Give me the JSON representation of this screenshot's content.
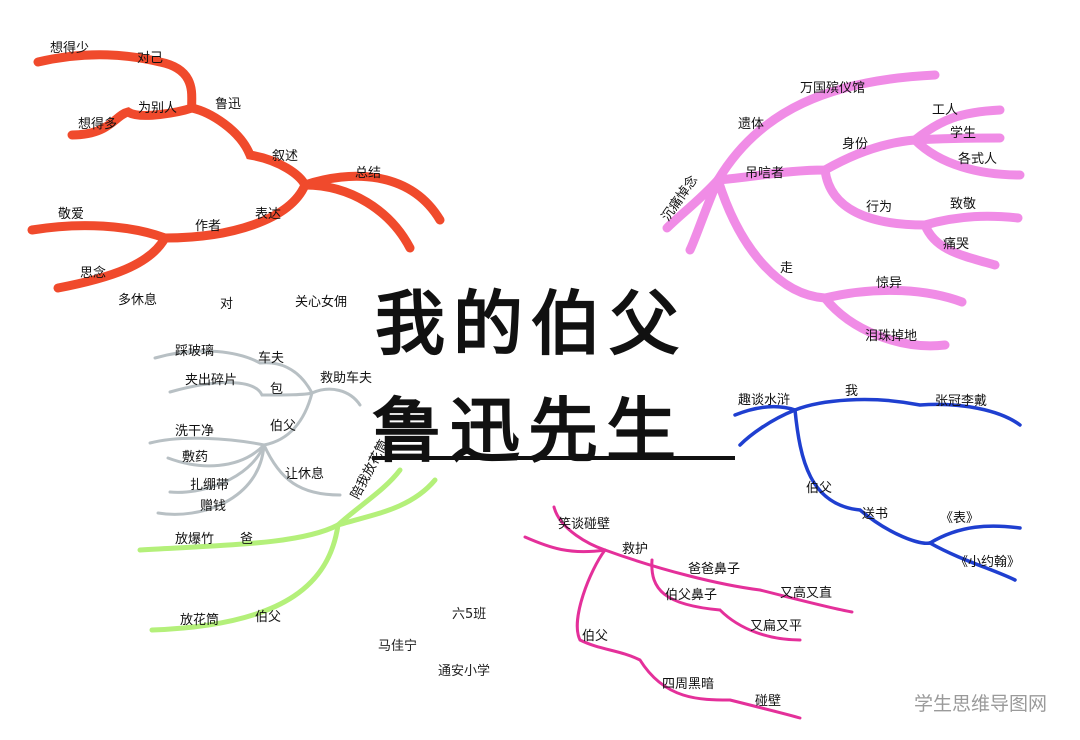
{
  "title": {
    "line1": "我的伯父",
    "line2": "鲁迅先生"
  },
  "colors": {
    "red": "#f04a2c",
    "pink": "#f08ce6",
    "grey": "#b8c0c4",
    "green": "#b4f07a",
    "blue": "#1f3fd0",
    "magenta": "#e4309a"
  },
  "red_branch": [
    "想得少",
    "对己",
    "想得多",
    "为别人",
    "鲁迅",
    "叙述",
    "总结",
    "敬爱",
    "作者",
    "表达",
    "思念",
    "多休息",
    "对",
    "关心女佣"
  ],
  "pink_branch": [
    "万国殡仪馆",
    "遗体",
    "沉痛悼念",
    "吊唁者",
    "身份",
    "工人",
    "学生",
    "各式人",
    "行为",
    "致敬",
    "痛哭",
    "走",
    "惊异",
    "泪珠掉地"
  ],
  "grey_branch": [
    "踩玻璃",
    "车夫",
    "夹出碎片",
    "包",
    "救助车夫",
    "伯父",
    "洗干净",
    "敷药",
    "扎绷带",
    "赠钱",
    "让休息",
    "陪我放花筒"
  ],
  "green_branch": [
    "放爆竹",
    "爸",
    "放花筒",
    "伯父"
  ],
  "blue_branch": [
    "趣谈水浒",
    "我",
    "张冠李戴",
    "伯父",
    "送书",
    "《表》",
    "《小约翰》"
  ],
  "magenta_branch": [
    "笑谈碰壁",
    "救护",
    "爸爸鼻子",
    "又高又直",
    "伯父鼻子",
    "又扁又平",
    "伯父",
    "四周黑暗",
    "碰壁"
  ],
  "footer": {
    "class": "六5班",
    "name": "马佳宁",
    "school": "通安小学"
  },
  "watermark": "学生思维导图网"
}
